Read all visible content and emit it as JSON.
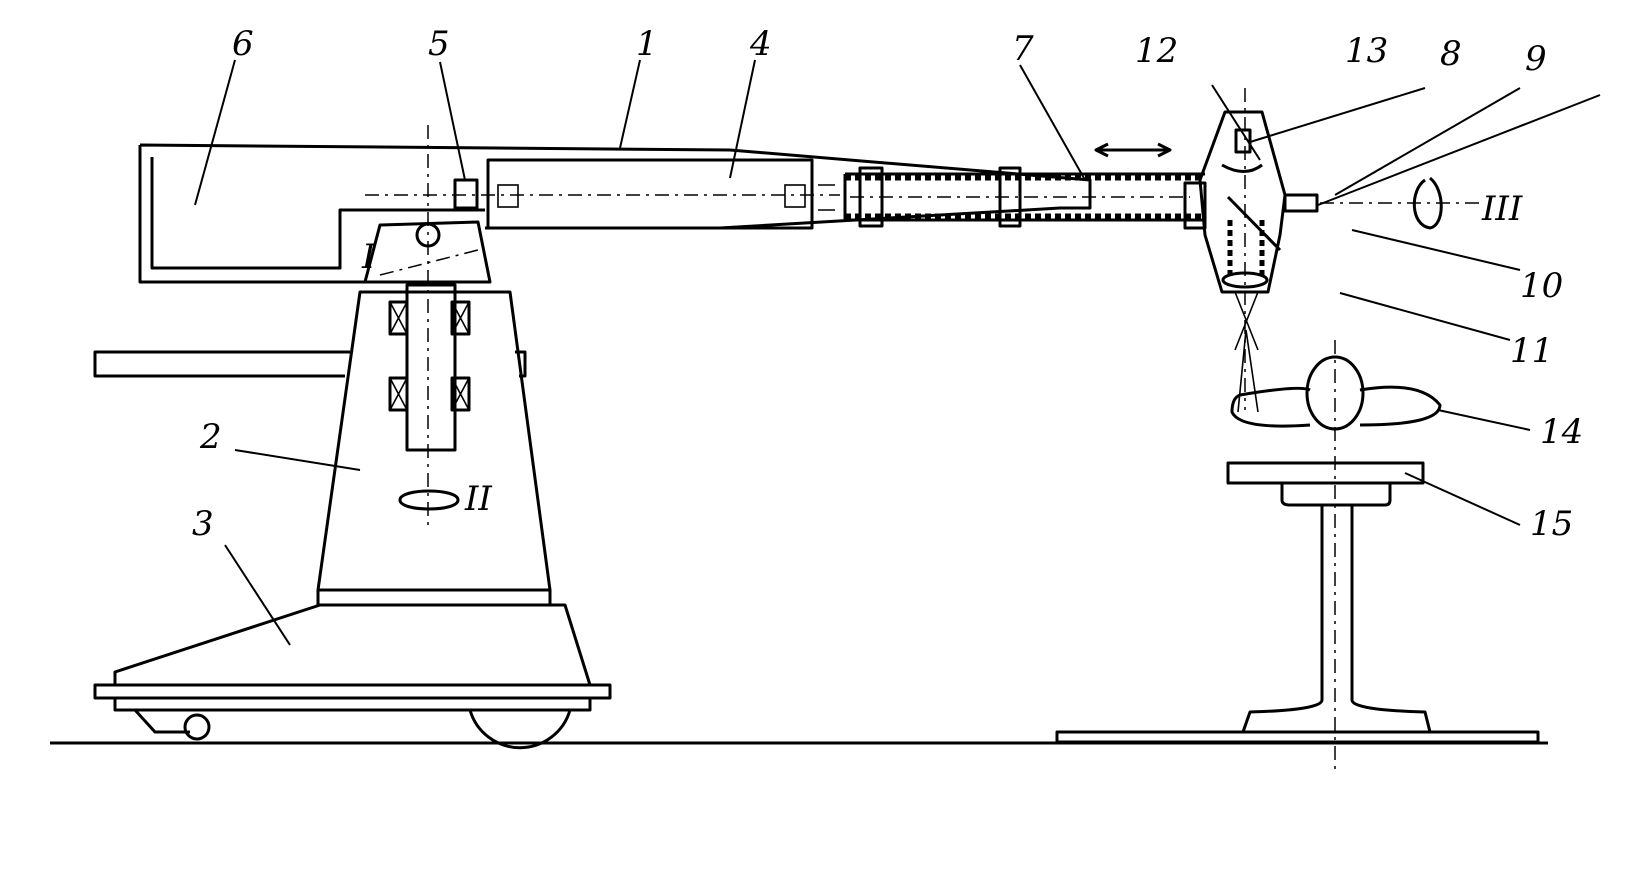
{
  "figure": {
    "labels": {
      "l1": "1",
      "l2": "2",
      "l3": "3",
      "l4": "4",
      "l5": "5",
      "l6": "6",
      "l7": "7",
      "l8": "8",
      "l9": "9",
      "l10": "10",
      "l11": "11",
      "l12": "12",
      "l13": "13",
      "l14": "14",
      "l15": "15",
      "axisI": "I",
      "axisII": "II",
      "axisIII": "III"
    }
  }
}
